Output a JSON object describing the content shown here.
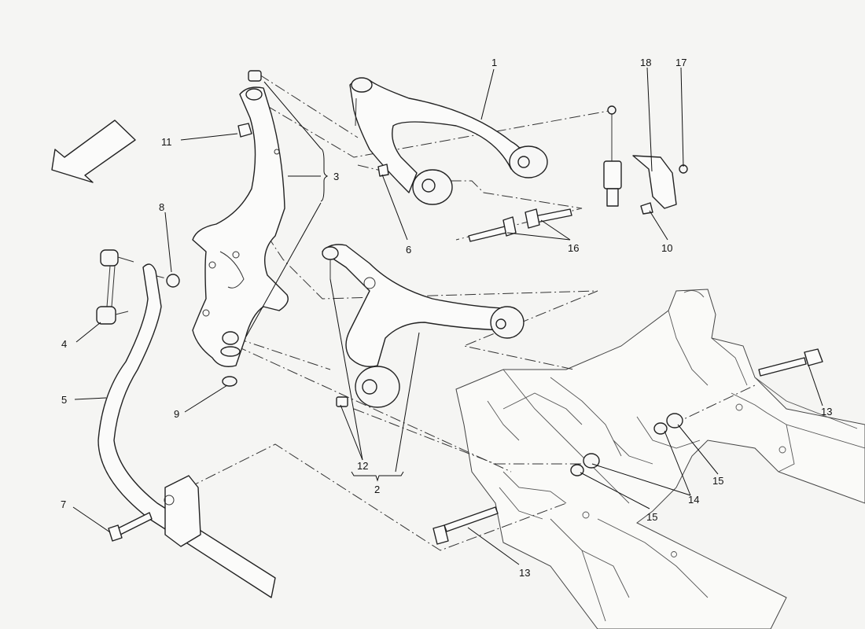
{
  "callouts": [
    {
      "id": "c1",
      "text": "1"
    },
    {
      "id": "c2",
      "text": "2"
    },
    {
      "id": "c3",
      "text": "3"
    },
    {
      "id": "c4",
      "text": "4"
    },
    {
      "id": "c5",
      "text": "5"
    },
    {
      "id": "c6",
      "text": "6"
    },
    {
      "id": "c7",
      "text": "7"
    },
    {
      "id": "c8",
      "text": "8"
    },
    {
      "id": "c9",
      "text": "9"
    },
    {
      "id": "c10",
      "text": "10"
    },
    {
      "id": "c11",
      "text": "11"
    },
    {
      "id": "c12",
      "text": "12"
    },
    {
      "id": "c13a",
      "text": "13"
    },
    {
      "id": "c13b",
      "text": "13"
    },
    {
      "id": "c14",
      "text": "14"
    },
    {
      "id": "c15a",
      "text": "15"
    },
    {
      "id": "c15b",
      "text": "15"
    },
    {
      "id": "c16",
      "text": "16"
    },
    {
      "id": "c17",
      "text": "17"
    },
    {
      "id": "c18",
      "text": "18"
    }
  ],
  "icons": {
    "direction_arrow": "front-direction-arrow-icon"
  }
}
